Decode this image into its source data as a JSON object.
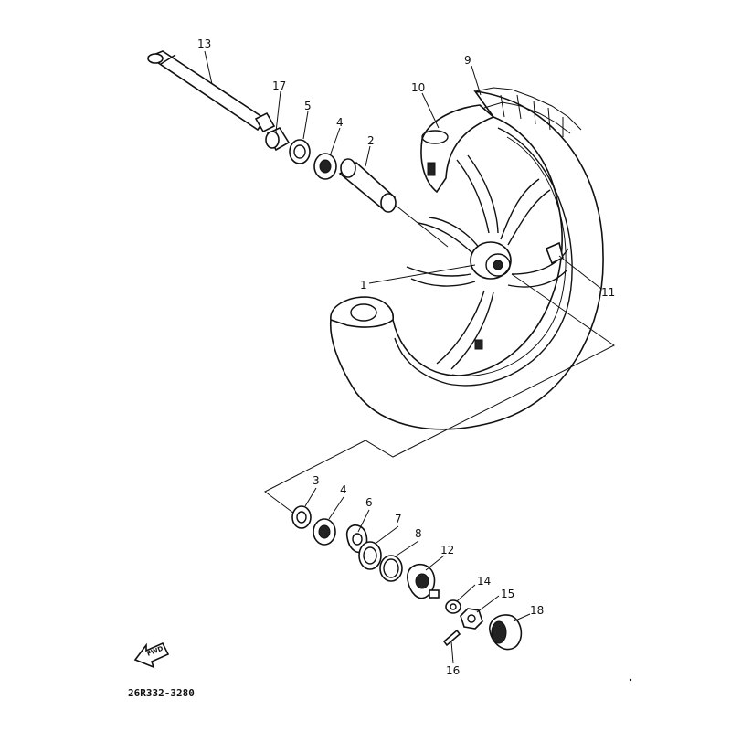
{
  "diagram": {
    "part_code": "26R332-3280",
    "forward_label": "FWD",
    "callouts": {
      "c1": "1",
      "c2": "2",
      "c3": "3",
      "c4a": "4",
      "c4b": "4",
      "c5": "5",
      "c6": "6",
      "c7": "7",
      "c8": "8",
      "c9": "9",
      "c10": "10",
      "c11": "11",
      "c12": "12",
      "c13": "13",
      "c14": "14",
      "c15": "15",
      "c16": "16",
      "c17": "17",
      "c18": "18"
    }
  }
}
